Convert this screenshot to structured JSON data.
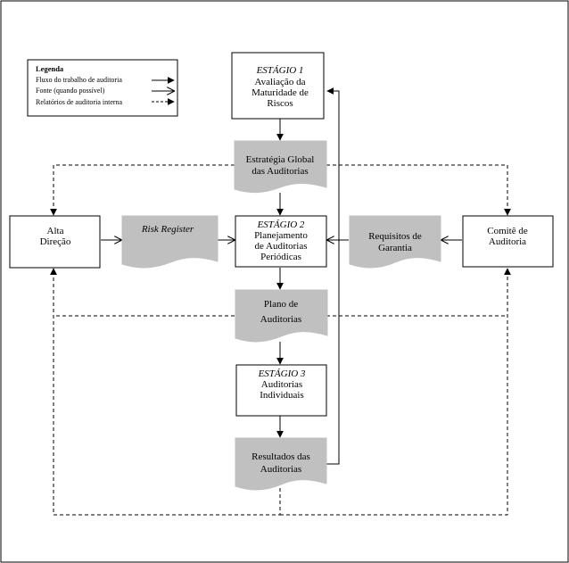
{
  "legend": {
    "title": "Legenda",
    "items": [
      {
        "label": "Fluxo do trabalho de auditoria",
        "style": "solid-filled-arrow"
      },
      {
        "label": "Fonte (quando possível)",
        "style": "solid-open-arrow"
      },
      {
        "label": "Relatórios de auditoria interna",
        "style": "dashed-filled-arrow"
      }
    ]
  },
  "boxes": {
    "stage1": {
      "title": "ESTÁGIO 1",
      "line1": "Avaliação da",
      "line2": "Maturidade de",
      "line3": "Riscos"
    },
    "stage2": {
      "title": "ESTÁGIO 2",
      "line1": "Planejamento",
      "line2": "de Auditorias",
      "line3": "Periódicas"
    },
    "stage3": {
      "title": "ESTÁGIO 3",
      "line1": "Auditorias",
      "line2": "Individuais"
    },
    "alta_direcao": {
      "line1": "Alta",
      "line2": "Direção"
    },
    "comite": {
      "line1": "Comitê de",
      "line2": "Auditoria"
    }
  },
  "documents": {
    "estrategia": {
      "line1": "Estratégia Global",
      "line2": "das Auditorias"
    },
    "risk_register": {
      "line1": "Risk Register"
    },
    "requisitos": {
      "line1": "Requisitos de",
      "line2": "Garantia"
    },
    "plano": {
      "line1": "Plano de",
      "line2": "Auditorias"
    },
    "resultados": {
      "line1": "Resultados das",
      "line2": "Auditorias"
    }
  },
  "colors": {
    "document_fill": "#c0c0c0",
    "stroke": "#000000",
    "background": "#ffffff"
  }
}
